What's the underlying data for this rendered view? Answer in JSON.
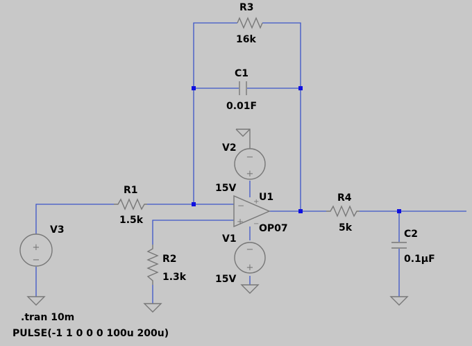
{
  "components": {
    "r3": {
      "name": "R3",
      "value": "16k"
    },
    "c1": {
      "name": "C1",
      "value": "0.01F"
    },
    "v2": {
      "name": "V2",
      "value": "15V"
    },
    "u1": {
      "name": "U1",
      "value": "OP07"
    },
    "r1": {
      "name": "R1",
      "value": "1.5k"
    },
    "r4": {
      "name": "R4",
      "value": "5k"
    },
    "v3": {
      "name": "V3"
    },
    "v1": {
      "name": "V1",
      "value": "15V"
    },
    "r2": {
      "name": "R2",
      "value": "1.3k"
    },
    "c2": {
      "name": "C2",
      "value": "0.1µF"
    }
  },
  "directives": {
    "tran": ".tran 10m",
    "pulse": "PULSE(-1 1 0 0 0 100u 200u)"
  },
  "colors": {
    "background": "#c8c8c8",
    "wire": "#3c55c8",
    "component": "#777777",
    "node": "#1010e0"
  }
}
